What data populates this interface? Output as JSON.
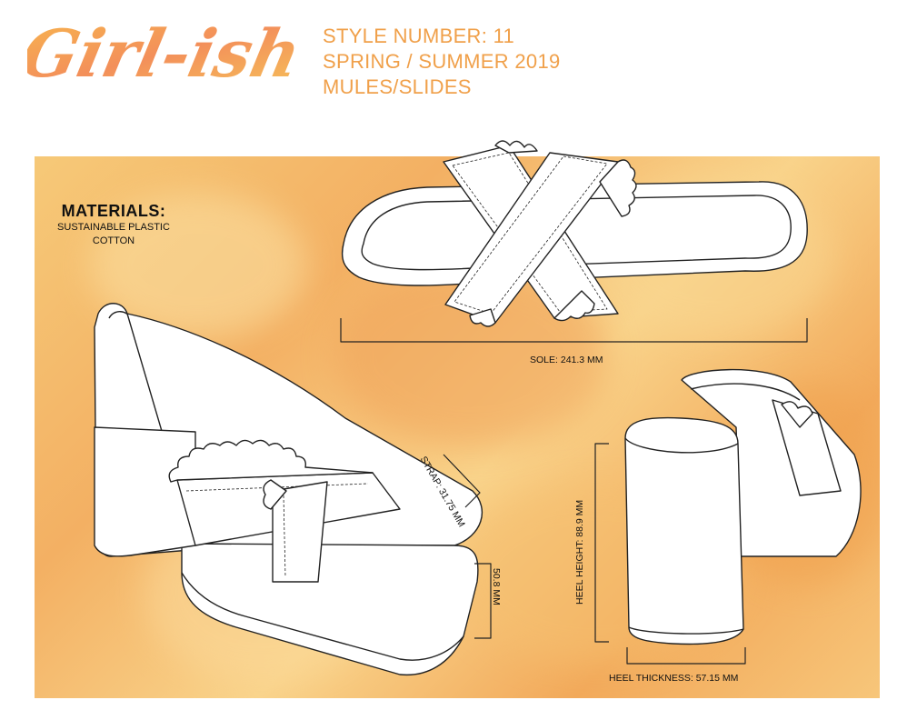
{
  "brand": {
    "logo_text": "Girl-ish"
  },
  "header": {
    "style_number": "STYLE NUMBER: 11",
    "season": "SPRING / SUMMER 2019",
    "category": "MULES/SLIDES"
  },
  "materials": {
    "title": "MATERIALS:",
    "items": [
      "SUSTAINABLE PLASTIC",
      "COTTON"
    ]
  },
  "measurements": {
    "sole": "SOLE: 241.3 MM",
    "strap": "STRAP: 31.75 MM",
    "platform": "50.8 MM",
    "heel_height": "HEEL HEIGHT: 88.9 MM",
    "heel_thickness": "HEEL THICKNESS: 57.15 MM"
  },
  "colors": {
    "header_text": "#f0a04a",
    "background_gradient": [
      "#f6c978",
      "#f3b063",
      "#f2a95a"
    ]
  }
}
